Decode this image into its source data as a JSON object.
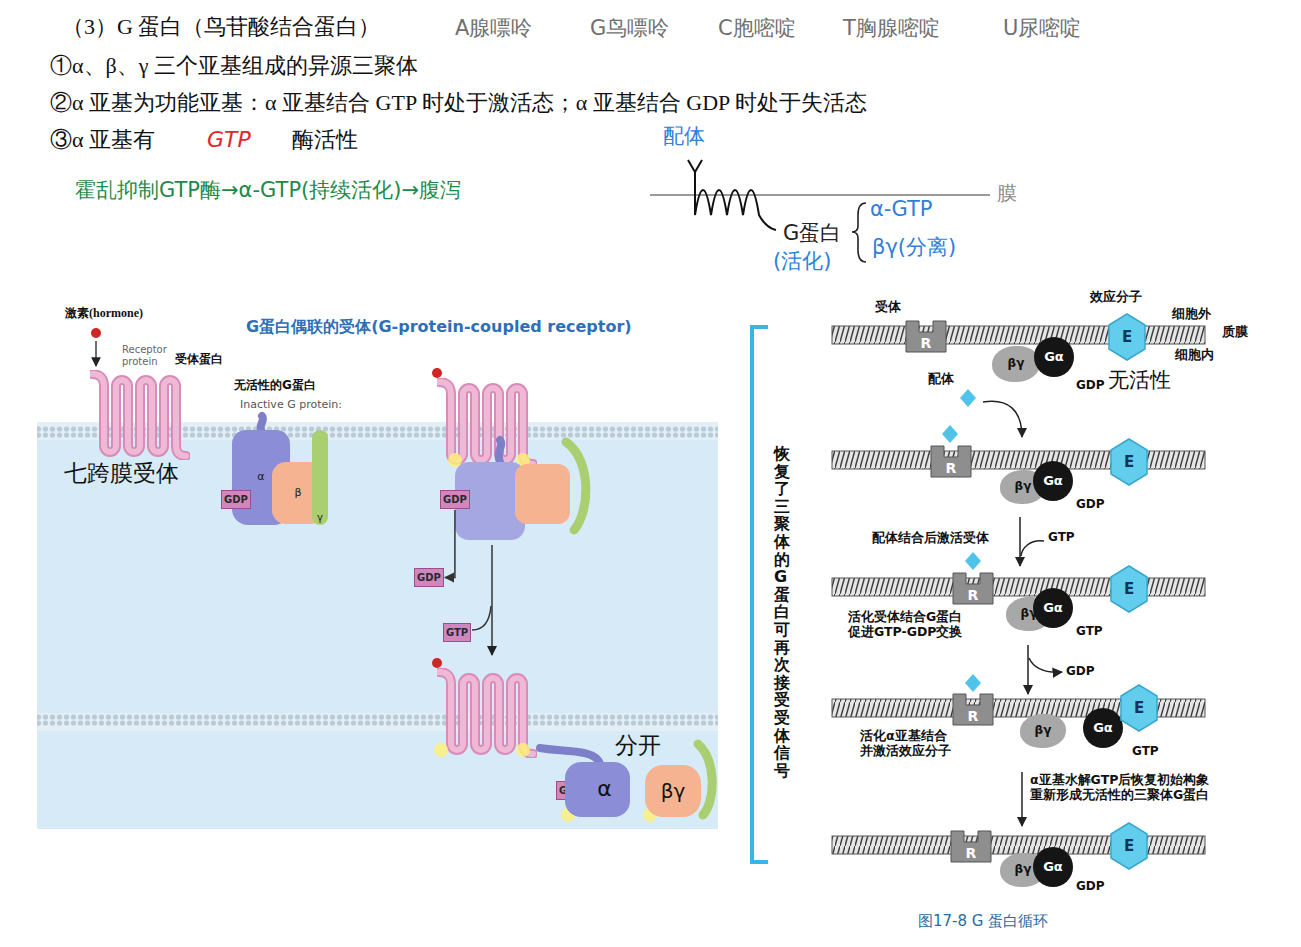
{
  "diagram": {
    "title": "（3）G 蛋白（鸟苷酸结合蛋白）",
    "caption": "图17-8 G 蛋白循环",
    "nodes": [
      {
        "text": [
          "α"
        ]
      },
      {
        "text": [
          "GDP"
        ]
      },
      {
        "text": [
          "β"
        ]
      },
      {
        "text": [
          "γ"
        ]
      },
      {
        "text": [
          "GDP"
        ]
      },
      {
        "text": [
          "GDP"
        ]
      },
      {
        "text": [
          "GTP"
        ]
      },
      {
        "text": [
          "GTP"
        ]
      },
      {
        "text": [
          "α"
        ]
      },
      {
        "text": [
          "βγ"
        ]
      },
      {
        "text": [
          "R"
        ]
      },
      {
        "text": [
          "βγ"
        ]
      },
      {
        "text": [
          "Gα"
        ]
      },
      {
        "text": [
          "E"
        ]
      },
      {
        "text": [
          "R"
        ]
      },
      {
        "text": [
          "βγ"
        ]
      },
      {
        "text": [
          "Gα"
        ]
      },
      {
        "text": [
          "E"
        ]
      },
      {
        "text": [
          "R"
        ]
      },
      {
        "text": [
          "βγ"
        ]
      },
      {
        "text": [
          "Gα"
        ]
      },
      {
        "text": [
          "E"
        ]
      },
      {
        "text": [
          "R"
        ]
      },
      {
        "text": [
          "βγ"
        ]
      },
      {
        "text": [
          "Gα"
        ]
      },
      {
        "text": [
          "E"
        ]
      },
      {
        "text": [
          "R"
        ]
      },
      {
        "text": [
          "βγ"
        ]
      },
      {
        "text": [
          "Gα"
        ]
      },
      {
        "text": [
          "E"
        ]
      }
    ],
    "edges": [
      {
        "from": 4,
        "to": 5,
        "arrow": "to"
      }
    ],
    "labels": [
      "A腺嘌呤",
      "G鸟嘌呤",
      "C胞嘧啶",
      "T胸腺嘧啶",
      "U尿嘧啶",
      "①α、β、γ 三个亚基组成的异源三聚体",
      "②α 亚基为功能亚基：α 亚基结合 GTP 时处于激活态；α 亚基结合 GDP 时处于失活态",
      "③α 亚基有",
      "GTP",
      "酶活性",
      "配体",
      "霍乱抑制GTP酶→α-GTP(持续活化)→腹泻",
      "膜",
      "G蛋白",
      "(活化)",
      "α-GTP",
      "βγ(分离)",
      "激素(hormone)",
      "Receptor protein",
      "受体蛋白",
      "G蛋白偶联的受体(G-protein-coupled receptor)",
      "无活性的G蛋白",
      "Inactive G protein:",
      "七跨膜受体",
      "分开",
      "受体",
      "效应分子",
      "细胞外",
      "质膜",
      "细胞内",
      "GDP",
      "无活性",
      "配体",
      "GDP",
      "配体结合后激活受体",
      "GTP",
      "活化受体结合G蛋白 促进GTP-GDP交换",
      "GTP",
      "GDP",
      "活化α亚基结合 并激活效应分子",
      "GTP",
      "α亚基水解GTP后恢复初始构象 重新形成无活性的三聚体G蛋白",
      "GDP",
      "恢复了三聚体的G蛋白可再次接受受体信号"
    ]
  }
}
